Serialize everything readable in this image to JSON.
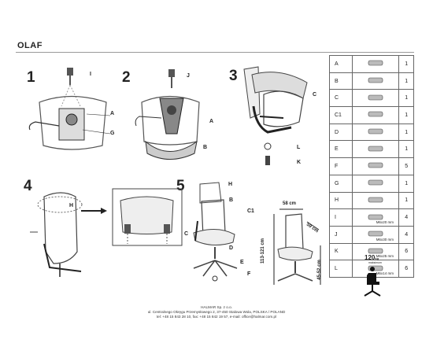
{
  "product": {
    "name": "OLAF"
  },
  "steps": [
    "1",
    "2",
    "3",
    "4",
    "5"
  ],
  "labels": {
    "s1_I": "I",
    "s1_A": "A",
    "s1_G": "G",
    "s2_J": "J",
    "s2_A": "A",
    "s2_B": "B",
    "s3_C": "C",
    "s3_L": "L",
    "s3_K": "K",
    "s4_H": "H",
    "s5_H": "H",
    "s5_B": "B",
    "s5_C1": "C1",
    "s5_C": "C",
    "s5_D": "D",
    "s5_E": "E",
    "s5_F": "F"
  },
  "parts": [
    {
      "letter": "A",
      "qty": "1",
      "icon": "seat-icon",
      "size": ""
    },
    {
      "letter": "B",
      "qty": "1",
      "icon": "seat-cushion-icon",
      "size": ""
    },
    {
      "letter": "C",
      "qty": "1",
      "icon": "armrest-icon",
      "size": ""
    },
    {
      "letter": "C1",
      "qty": "1",
      "icon": "armrest-right-icon",
      "size": ""
    },
    {
      "letter": "D",
      "qty": "1",
      "icon": "gas-lift-icon",
      "size": ""
    },
    {
      "letter": "E",
      "qty": "1",
      "icon": "base-icon",
      "size": ""
    },
    {
      "letter": "F",
      "qty": "5",
      "icon": "caster-icon",
      "size": ""
    },
    {
      "letter": "G",
      "qty": "1",
      "icon": "lever-icon",
      "size": ""
    },
    {
      "letter": "H",
      "qty": "1",
      "icon": "headrest-icon",
      "size": ""
    },
    {
      "letter": "I",
      "qty": "4",
      "icon": "screw-icon",
      "size": "M6x20 mm"
    },
    {
      "letter": "J",
      "qty": "4",
      "icon": "screw-icon",
      "size": "M6x30 mm"
    },
    {
      "letter": "K",
      "qty": "6",
      "icon": "screw-icon",
      "size": "M6x25 mm"
    },
    {
      "letter": "L",
      "qty": "6",
      "icon": "washer-icon",
      "size": "M6x14 mm"
    }
  ],
  "dimensions": {
    "width": "58 cm",
    "depth": "59 cm",
    "height": "113-121 cm",
    "seat_height": "45-52 cm"
  },
  "max_load": {
    "value": "120",
    "unit": "kg",
    "sub": "maksimum"
  },
  "footer": {
    "company": "HALMAR Sp. z o.o.",
    "address": "ul. Centralnego Okręgu Przemysłowego 2, 37-450 Stalowa Wola, POLSKA / POLAND",
    "contact": "tel: +48 15 843 28 10, fax: +48 15 842 19 57, e-mail: office@halmar.com.pl"
  }
}
